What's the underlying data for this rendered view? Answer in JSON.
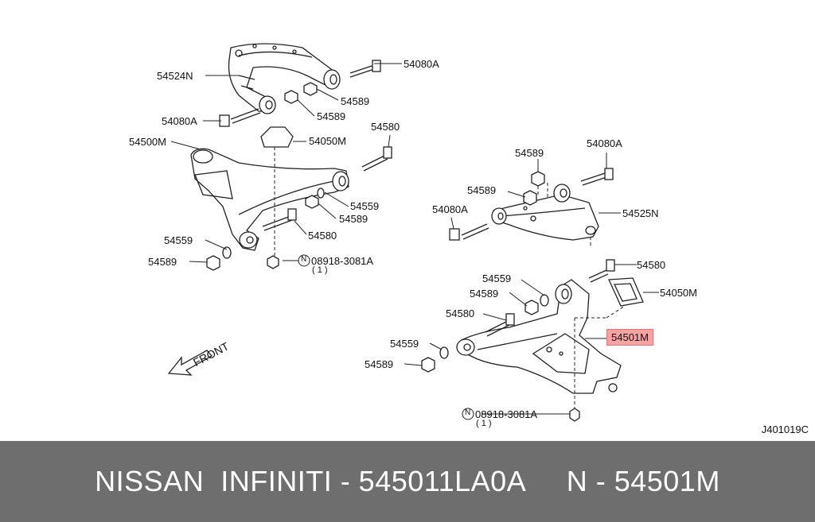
{
  "labels": {
    "l1": "54524N",
    "l2": "54080A",
    "l3": "54589",
    "l4": "54589",
    "l5": "54080A",
    "l6": "54500M",
    "l7": "54050M",
    "l8": "54580",
    "l9": "54559",
    "l10": "54589",
    "l11": "54580",
    "l12": "54559",
    "l13": "54589",
    "l14": "08918-3081A",
    "l15": "54589",
    "l16": "54080A",
    "l17": "54589",
    "l18": "54080A",
    "l19": "54525N",
    "l20": "54580",
    "l21": "54559",
    "l22": "54589",
    "l23": "54050M",
    "l24": "54580",
    "l25": "54501M",
    "l26": "54559",
    "l27": "54589",
    "l28": "08918-3081A"
  },
  "qty_1": "( 1 )",
  "qty_2": "( 1 )",
  "n_symbol_1": "N",
  "n_symbol_2": "N",
  "front_label": "FRONT",
  "diagram_code": "J401019C",
  "footer_text": "NISSAN  INFINITI - 545011LA0A     N - 54501M",
  "colors": {
    "footer_bg": "#6e6e6e",
    "highlight": "#f7a3a3"
  }
}
